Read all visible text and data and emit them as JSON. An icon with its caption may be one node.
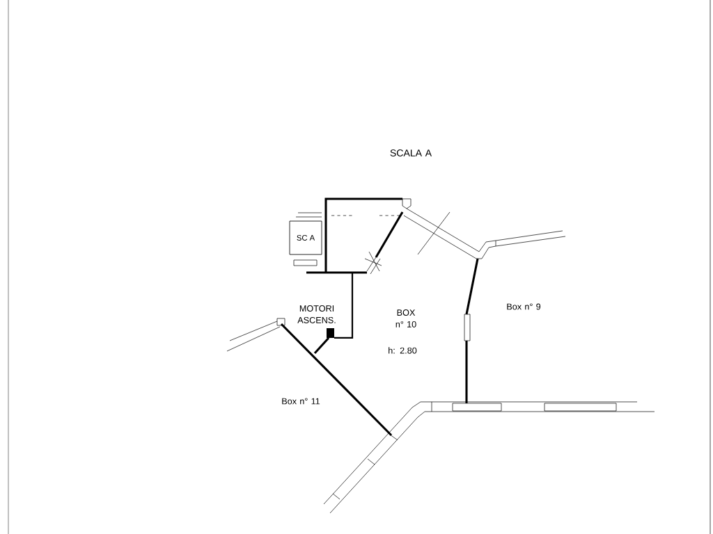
{
  "diagram": {
    "nodes": [
      {
        "text": [
          "SC A"
        ]
      }
    ],
    "labels": [
      "SCALA A",
      "MOTORI ASCENS.",
      "BOX n° 10",
      "h: 2.80",
      "Box n° 9",
      "Box n° 11"
    ]
  }
}
